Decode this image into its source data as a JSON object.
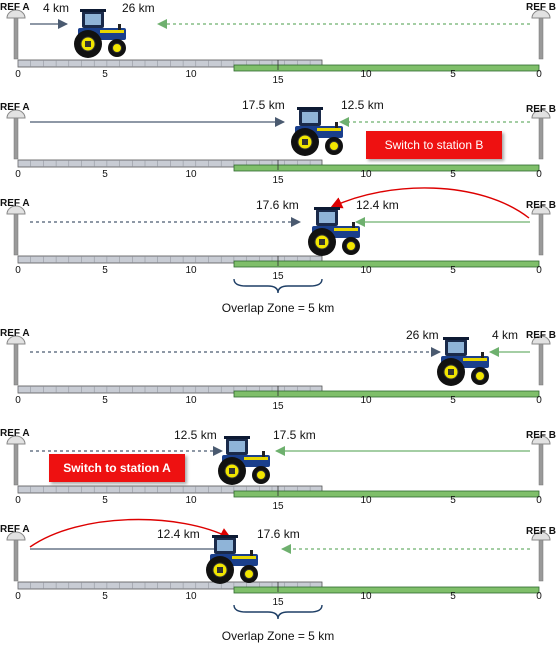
{
  "labels": {
    "ref_a": "REF A",
    "ref_b": "REF B",
    "overlap": "Overlap Zone = 5 km"
  },
  "colors": {
    "line_a": "#4a5a70",
    "line_b": "#6eb06e",
    "bar_a": "#c8ccd4",
    "bar_b": "#7fbf6a",
    "switch_bg": "#ee1111",
    "curve": "#dd0000",
    "tractor_body": "#1a3f8c",
    "tractor_wheel": "#f2e600"
  },
  "scale": {
    "a_ticks": [
      "0",
      "5",
      "10",
      "15"
    ],
    "b_ticks": [
      "15",
      "10",
      "5",
      "0"
    ]
  },
  "panels": [
    {
      "dist_a": "4 km",
      "dist_b": "26 km",
      "switch": ""
    },
    {
      "dist_a": "17.5 km",
      "dist_b": "12.5 km",
      "switch": "Switch to station B"
    },
    {
      "dist_a": "17.6 km",
      "dist_b": "12.4 km",
      "switch": ""
    },
    {
      "dist_a": "26 km",
      "dist_b": "4 km",
      "switch": ""
    },
    {
      "dist_a": "12.5 km",
      "dist_b": "17.5 km",
      "switch": "Switch to station A"
    },
    {
      "dist_a": "12.4 km",
      "dist_b": "17.6 km",
      "switch": ""
    }
  ]
}
